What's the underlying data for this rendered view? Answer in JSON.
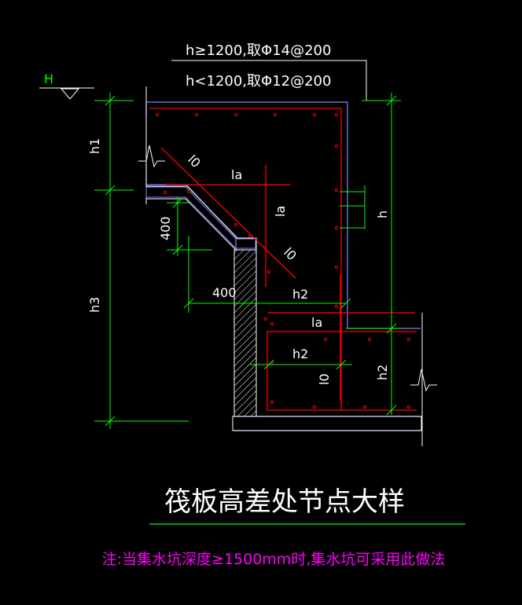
{
  "notes": {
    "rebar_rule_large": "h≥1200,取Φ14@200",
    "rebar_rule_small": "h<1200,取Φ12@200"
  },
  "symbols": {
    "elevation": "H"
  },
  "dims": {
    "h1": "h1",
    "h3": "h3",
    "h": "h",
    "h2": "h2",
    "w400_vertical": "400",
    "w400_horizontal": "400"
  },
  "anchor_labels": {
    "l0": "l0",
    "la": "la"
  },
  "title": "筏板高差处节点大样",
  "footnote": "注:当集水坑深度≥1500mm时,集水坑可采用此做法",
  "colors": {
    "green": "#00ff00",
    "red": "#ff0000",
    "blue": "#8080ff",
    "white": "#ffffff",
    "magenta": "#ff00ff"
  }
}
